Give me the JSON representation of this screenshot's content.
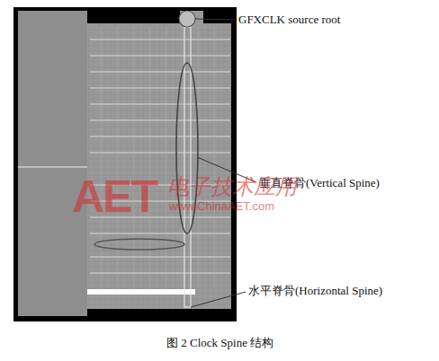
{
  "diagram": {
    "caption": "图 2 Clock Spine 结构",
    "labels": [
      "GFXCLK source root",
      "垂直脊骨(Vertical Spine)",
      "水平脊骨(Horizontal Spine)",
      "AET",
      "电子技术应用",
      "www.ChinaAET.com"
    ]
  }
}
